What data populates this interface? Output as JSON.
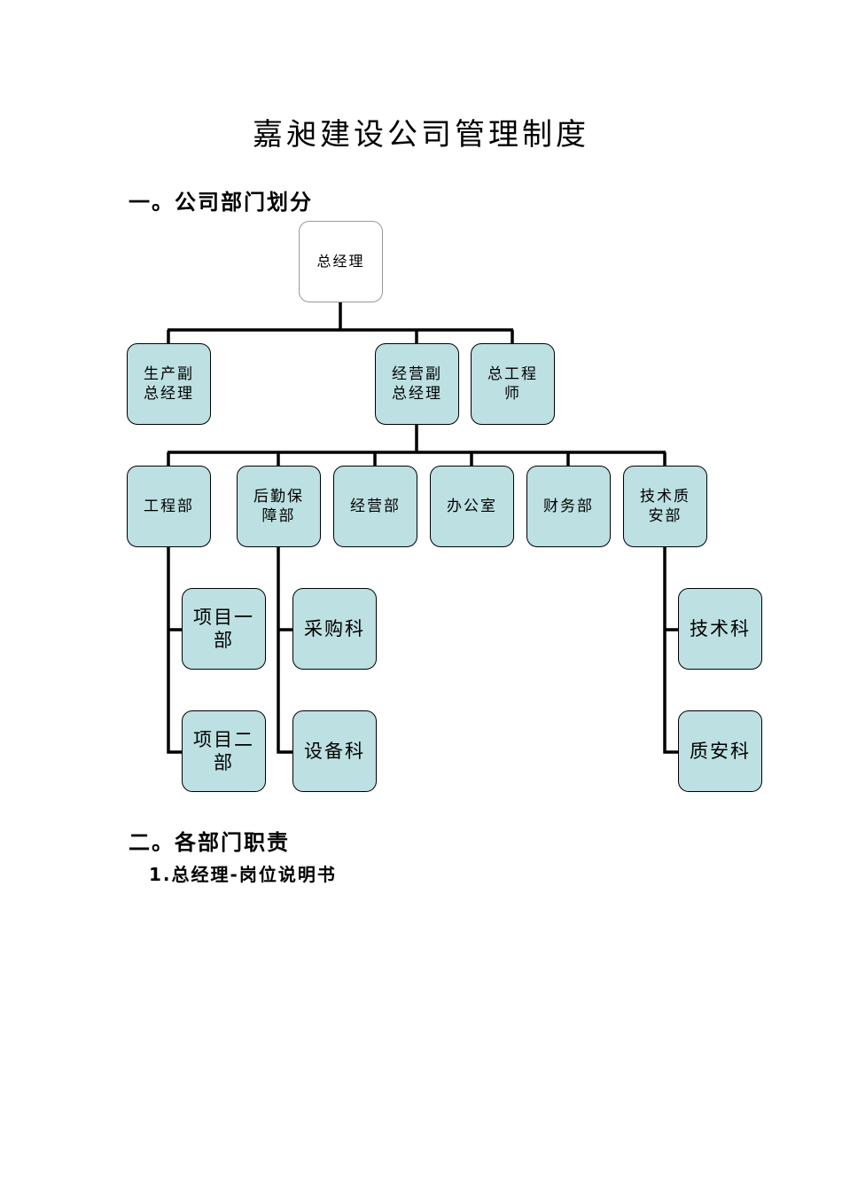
{
  "document": {
    "title": "嘉昶建设公司管理制度",
    "section1": "一。公司部门划分",
    "section2": "二。各部门职责",
    "subsection1": "1.总经理-岗位说明书"
  },
  "org_chart": {
    "root": "总经理",
    "level1": [
      "生产副\n总经理",
      "经营副\n总经理",
      "总工程\n师"
    ],
    "level2": [
      "工程部",
      "后勤保\n障部",
      "经营部",
      "办公室",
      "财务部",
      "技术质\n安部"
    ],
    "engineering_children": [
      "项目一\n部",
      "项目二\n部"
    ],
    "logistics_children": [
      "采购科",
      "设备科"
    ],
    "tech_children": [
      "技术科",
      "质安科"
    ]
  },
  "colors": {
    "box_fill": "#bde0e2",
    "line": "#000000"
  }
}
